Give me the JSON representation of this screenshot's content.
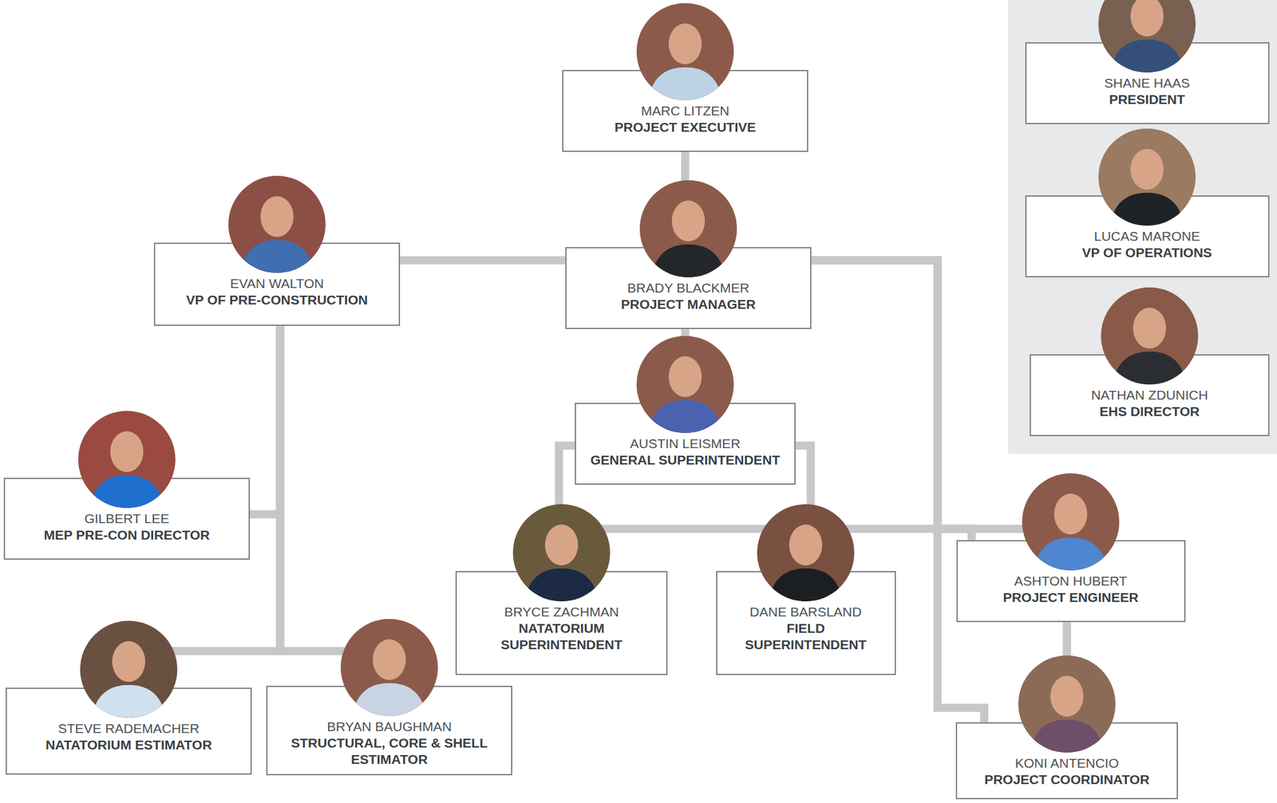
{
  "diagram": {
    "nodes": [
      {
        "text": [
          "MARC LITZEN",
          "PROJECT EXECUTIVE"
        ]
      },
      {
        "text": [
          "SHANE HAAS",
          "PRESIDENT"
        ]
      },
      {
        "text": [
          "LUCAS MARONE",
          "VP OF OPERATIONS"
        ]
      },
      {
        "text": [
          "EVAN WALTON",
          "VP OF PRE-CONSTRUCTION"
        ]
      },
      {
        "text": [
          "BRADY BLACKMER",
          "PROJECT MANAGER"
        ]
      },
      {
        "text": [
          "NATHAN ZDUNICH",
          "EHS DIRECTOR"
        ]
      },
      {
        "text": [
          "AUSTIN LEISMER",
          "GENERAL SUPERINTENDENT"
        ]
      },
      {
        "text": [
          "ASHTON HUBERT",
          "PROJECT ENGINEER"
        ]
      },
      {
        "text": [
          "GILBERT LEE",
          "MEP PRE-CON DIRECTOR"
        ]
      },
      {
        "text": [
          "BRYCE ZACHMAN",
          "NATATORIUM SUPERINTENDENT"
        ]
      },
      {
        "text": [
          "DANE BARSLAND",
          "FIELD SUPERINTENDENT"
        ]
      },
      {
        "text": [
          "KONI ANTENCIO",
          "PROJECT COORDINATOR"
        ]
      },
      {
        "text": [
          "STEVE RADEMACHER",
          "NATATORIUM ESTIMATOR"
        ]
      },
      {
        "text": [
          "BRYAN BAUGHMAN",
          "STRUCTURAL, CORE & SHELL ESTIMATOR"
        ]
      }
    ],
    "edges": [
      {
        "from": 0,
        "to": 4,
        "arrow": "none"
      },
      {
        "from": 4,
        "to": 3,
        "arrow": "none"
      },
      {
        "from": 4,
        "to": 6,
        "arrow": "none"
      },
      {
        "from": 6,
        "to": 9,
        "arrow": "none"
      },
      {
        "from": 6,
        "to": 10,
        "arrow": "none"
      },
      {
        "from": 4,
        "to": 7,
        "arrow": "none"
      },
      {
        "from": 4,
        "to": 11,
        "arrow": "none"
      },
      {
        "from": 7,
        "to": 11,
        "arrow": "none"
      },
      {
        "from": 3,
        "to": 8,
        "arrow": "none"
      },
      {
        "from": 3,
        "to": 12,
        "arrow": "none"
      },
      {
        "from": 3,
        "to": 13,
        "arrow": "none"
      }
    ]
  }
}
